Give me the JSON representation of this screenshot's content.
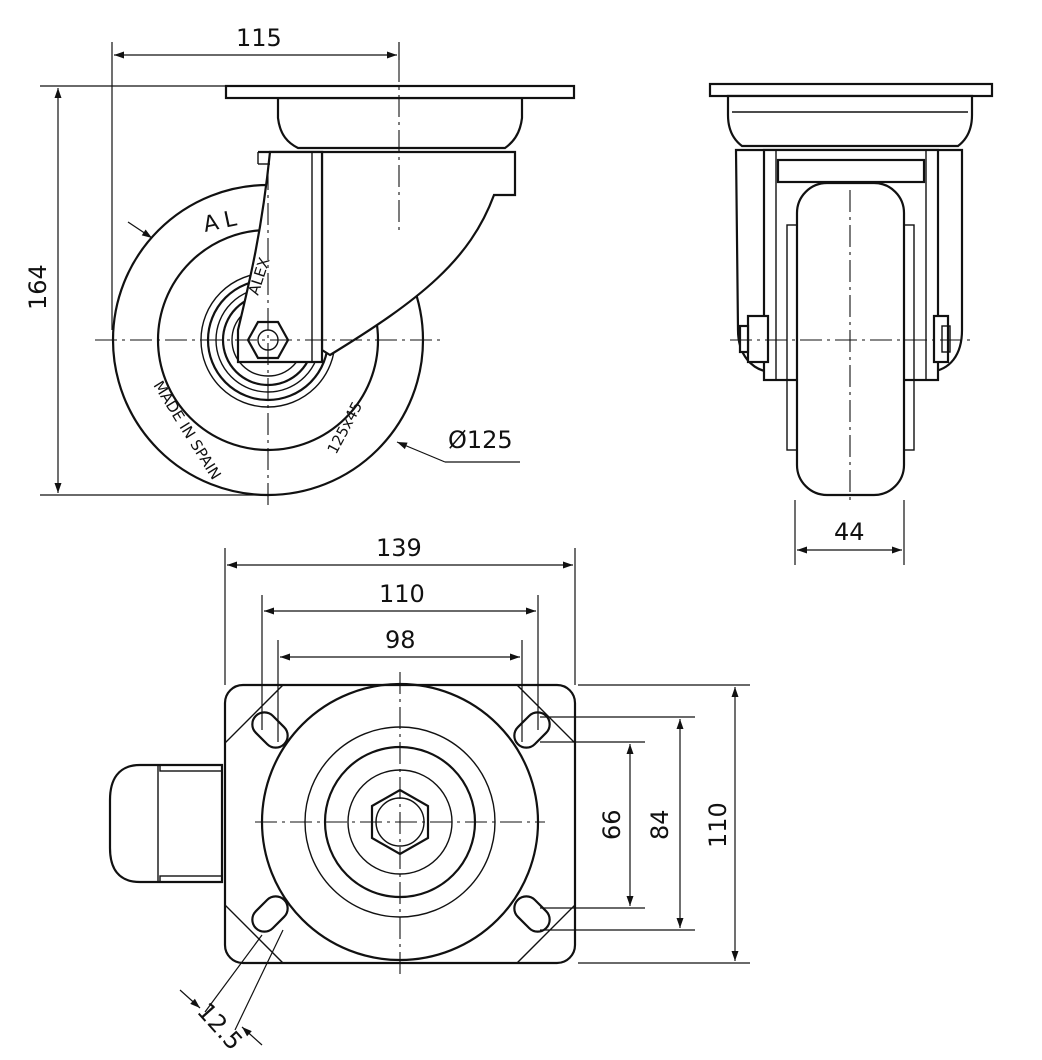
{
  "dimensions": {
    "mount_offset": "115",
    "overall_height": "164",
    "wheel_diameter": "Ø125",
    "wheel_width": "44",
    "plate_length": "139",
    "hole_spacing_length_outer": "110",
    "hole_spacing_length_inner": "98",
    "hole_spacing_width_inner": "66",
    "hole_spacing_width_outer": "84",
    "plate_width": "110",
    "slot_width": "12.5"
  },
  "wheel_markings": {
    "brand": "AL",
    "size": "125x45",
    "origin": "MADE IN SPAIN",
    "logo": "ALEX"
  }
}
